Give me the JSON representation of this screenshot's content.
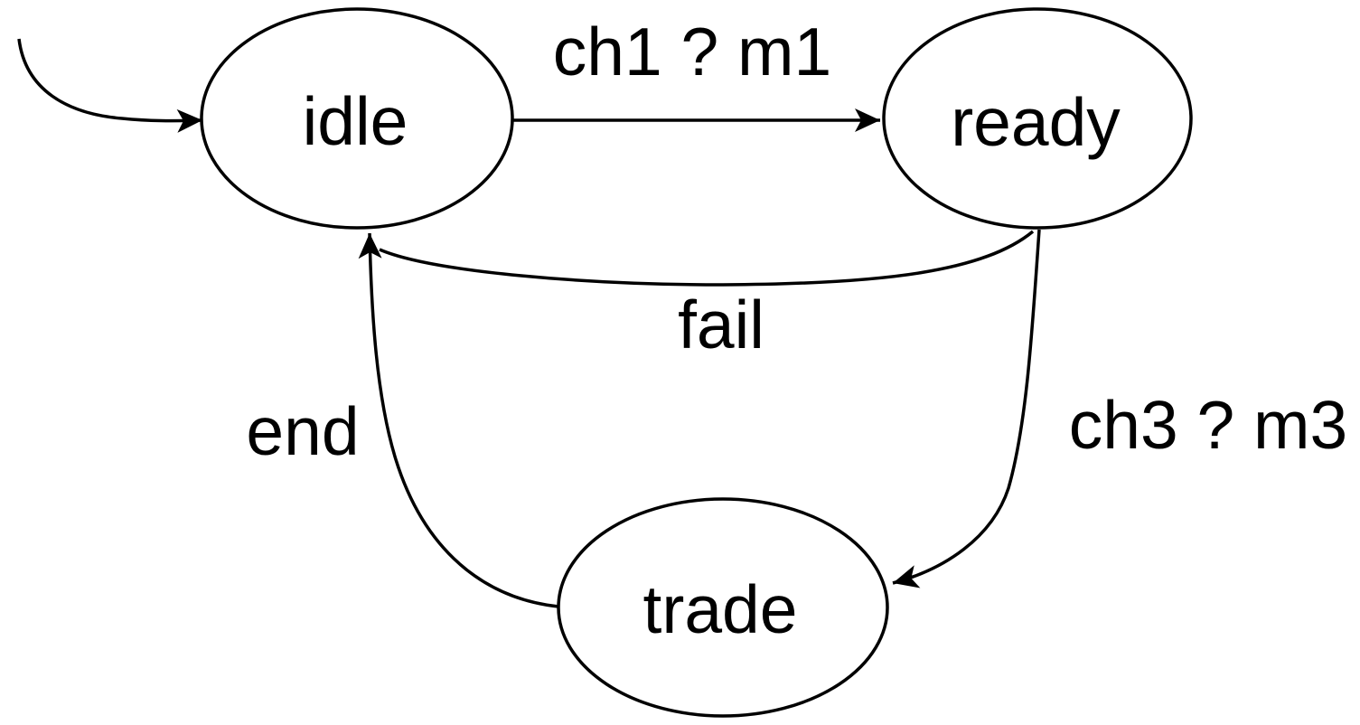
{
  "diagram": {
    "type": "state-machine",
    "states": [
      {
        "id": "idle",
        "label": "idle"
      },
      {
        "id": "ready",
        "label": "ready"
      },
      {
        "id": "trade",
        "label": "trade"
      }
    ],
    "initial_state": "idle",
    "transitions": [
      {
        "from": "idle",
        "to": "ready",
        "label": "ch1 ? m1"
      },
      {
        "from": "ready",
        "to": "idle",
        "label": "fail"
      },
      {
        "from": "ready",
        "to": "trade",
        "label": "ch3 ? m3"
      },
      {
        "from": "trade",
        "to": "idle",
        "label": "end"
      }
    ],
    "colors": {
      "stroke": "#000000",
      "fill": "#ffffff",
      "background": "#ffffff"
    }
  }
}
